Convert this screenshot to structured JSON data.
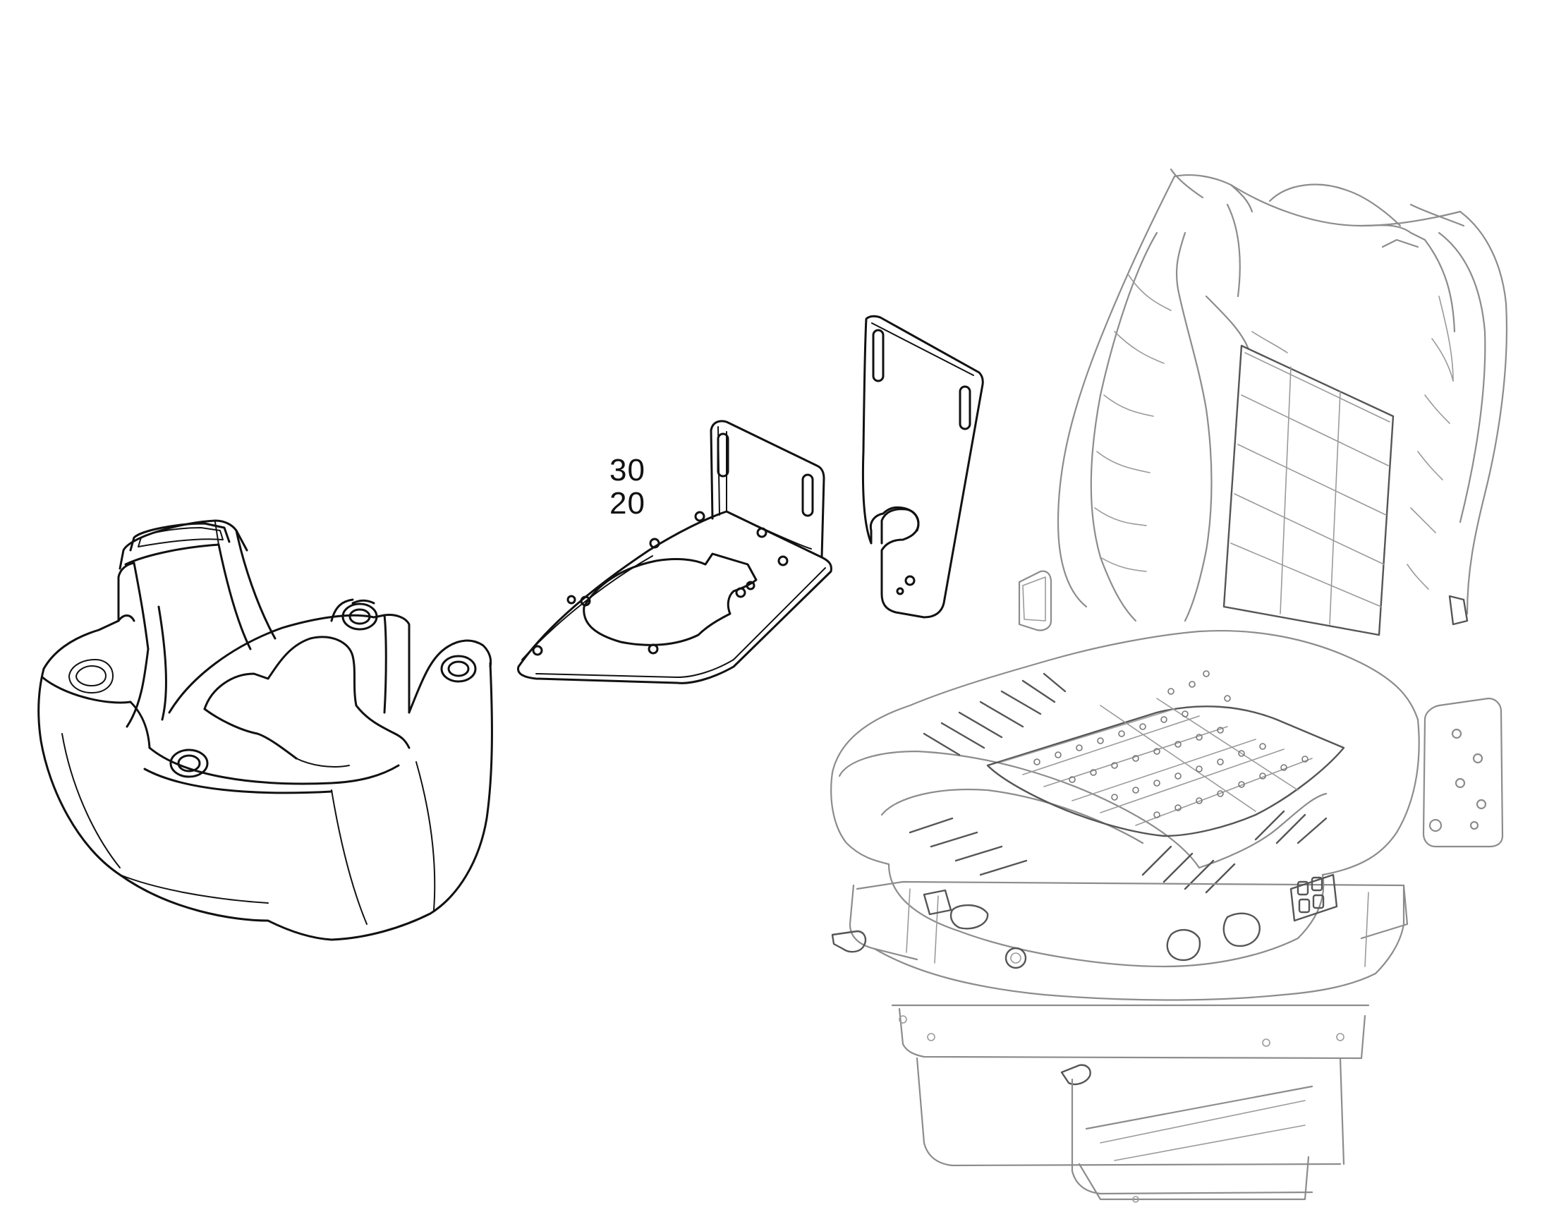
{
  "diagram": {
    "callouts": [
      {
        "id": "30",
        "label": "30"
      },
      {
        "id": "20",
        "label": "20"
      }
    ],
    "parts": [
      {
        "name": "console-housing-icon"
      },
      {
        "name": "mounting-bracket-icon"
      },
      {
        "name": "support-plate-icon"
      },
      {
        "name": "driver-seat-icon"
      }
    ]
  }
}
